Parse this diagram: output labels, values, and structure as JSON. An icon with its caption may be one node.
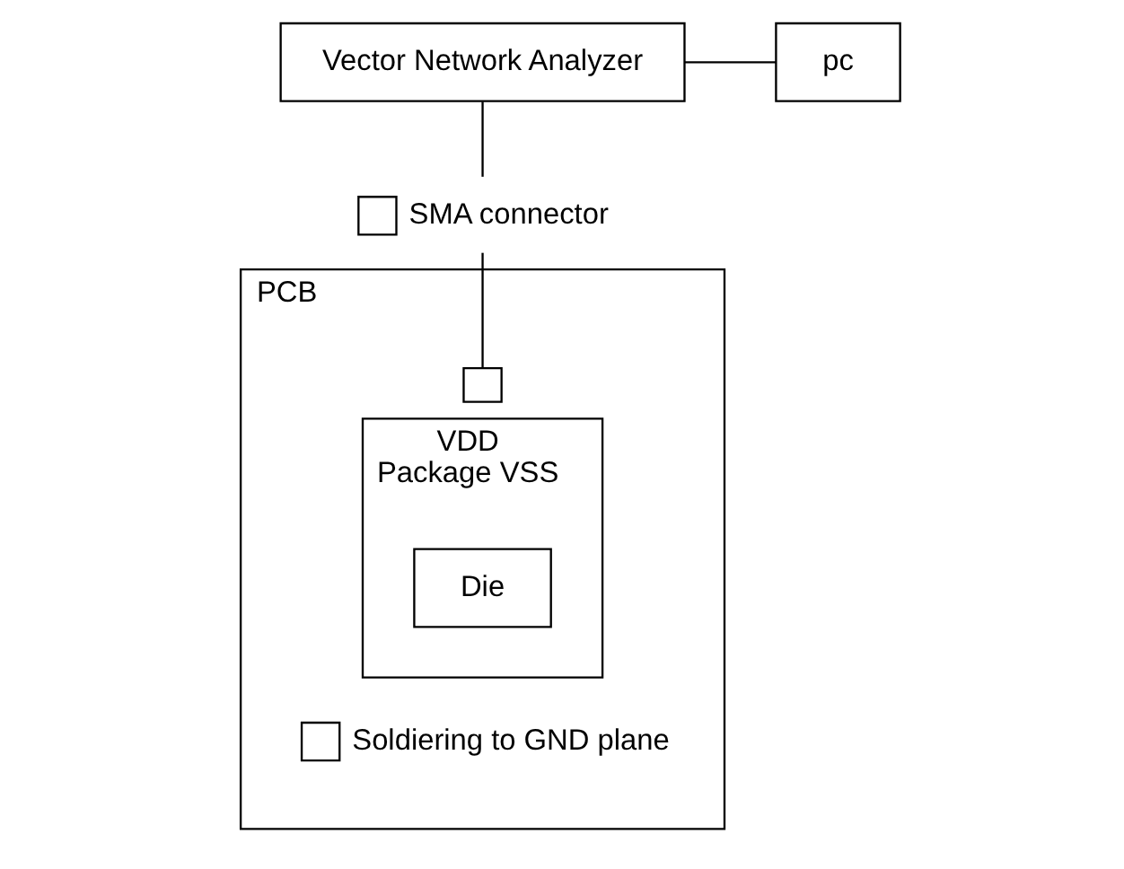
{
  "diagram": {
    "nodes": [
      {
        "text": [
          "Vector Network Analyzer"
        ]
      },
      {
        "text": [
          "pc"
        ]
      },
      {
        "text": [
          "PCB"
        ]
      },
      {
        "text": [],
        "shape": "box",
        "beside": [
          "SMA connector"
        ]
      },
      {
        "text": [
          "VDD",
          "Package VSS"
        ],
        "in": 2
      },
      {
        "text": [],
        "shape": "box",
        "in": 2
      },
      {
        "text": [
          "Die"
        ],
        "in": 4
      },
      {
        "text": [],
        "shape": "box",
        "in": 2,
        "beside": [
          "Soldiering to GND plane"
        ]
      }
    ],
    "edges": [
      {
        "from": 0,
        "to": 1,
        "arrow": "none"
      },
      {
        "from": 0,
        "to": 3,
        "arrow": "none"
      },
      {
        "from": 3,
        "to": 5,
        "arrow": "none"
      }
    ]
  }
}
